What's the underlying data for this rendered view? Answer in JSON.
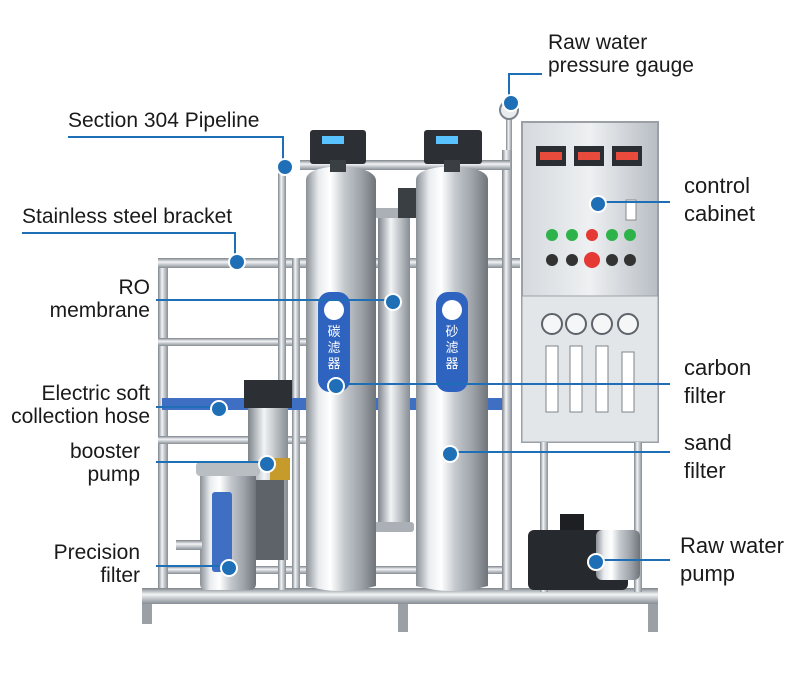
{
  "colors": {
    "accent": "#1f6fb6",
    "steel": "#c9ced3",
    "steel_dark": "#8c939a",
    "blue_part": "#3f6fc2"
  },
  "tank_labels": {
    "carbon": "碳滤器",
    "sand": "砂滤器"
  },
  "labels": {
    "raw_water_gauge": [
      "Raw water",
      "pressure gauge"
    ],
    "section_pipeline": "Section 304 Pipeline",
    "stainless_bracket": "Stainless steel bracket",
    "ro_membrane": [
      "RO",
      "membrane"
    ],
    "electric_hose": [
      "Electric soft",
      "collection hose"
    ],
    "booster_pump": [
      "booster",
      "pump"
    ],
    "precision_filter": [
      "Precision",
      "filter"
    ],
    "control_cabinet": [
      "control",
      "cabinet"
    ],
    "carbon_filter": [
      "carbon",
      "filter"
    ],
    "sand_filter": [
      "sand",
      "filter"
    ],
    "raw_water_pump": [
      "Raw water",
      "pump"
    ]
  }
}
